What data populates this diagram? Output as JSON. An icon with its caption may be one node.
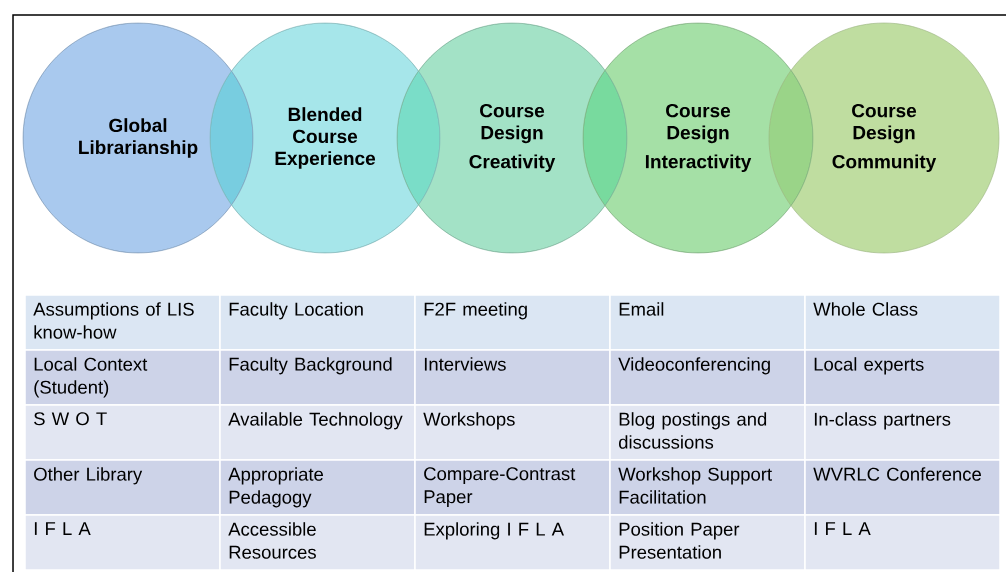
{
  "diagram": {
    "nodes": [
      {
        "text": [
          "Global Librarianship"
        ]
      },
      {
        "text": [
          "Blended Course Experience"
        ]
      },
      {
        "text": [
          "Course Design",
          "Creativity"
        ]
      },
      {
        "text": [
          "Course Design",
          "Interactivity"
        ]
      },
      {
        "text": [
          "Course Design",
          "Community"
        ]
      }
    ],
    "labels": [
      "Assumptions of LIS know-how",
      "Faculty Location",
      "F2F meeting",
      "Email",
      "Whole Class",
      "Local Context (Student)",
      "Faculty Background",
      "Interviews",
      "Videoconferencing",
      "Local experts",
      "S W O T",
      "Available Technology",
      "Workshops",
      "Blog postings and discussions",
      "In-class partners",
      "Other Library",
      "Appropriate Pedagogy",
      "Compare-Contrast Paper",
      "Workshop Support Facilitation",
      "WVRLC Conference",
      "I F L A",
      "Accessible Resources",
      "Exploring I F L A",
      "Position Paper Presentation",
      "I F L A"
    ]
  }
}
